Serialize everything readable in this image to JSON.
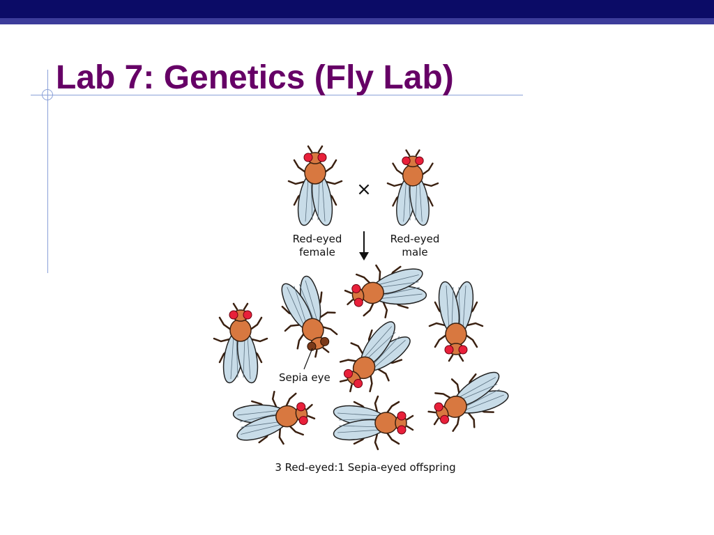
{
  "slide": {
    "title": "Lab 7: Genetics (Fly Lab)"
  },
  "figure": {
    "cross_symbol": "×",
    "female_label_line1": "Red-eyed",
    "female_label_line2": "female",
    "male_label_line1": "Red-eyed",
    "male_label_line2": "male",
    "sepia_label": "Sepia eye",
    "offspring_caption": "3 Red-eyed:1 Sepia-eyed offspring"
  },
  "colors": {
    "title": "#660066",
    "topbar": "#0b0b66",
    "body": "#d87840",
    "red_eye": "#e8203a",
    "sepia_eye": "#7a3a1a",
    "wing": "#c8dce8"
  }
}
